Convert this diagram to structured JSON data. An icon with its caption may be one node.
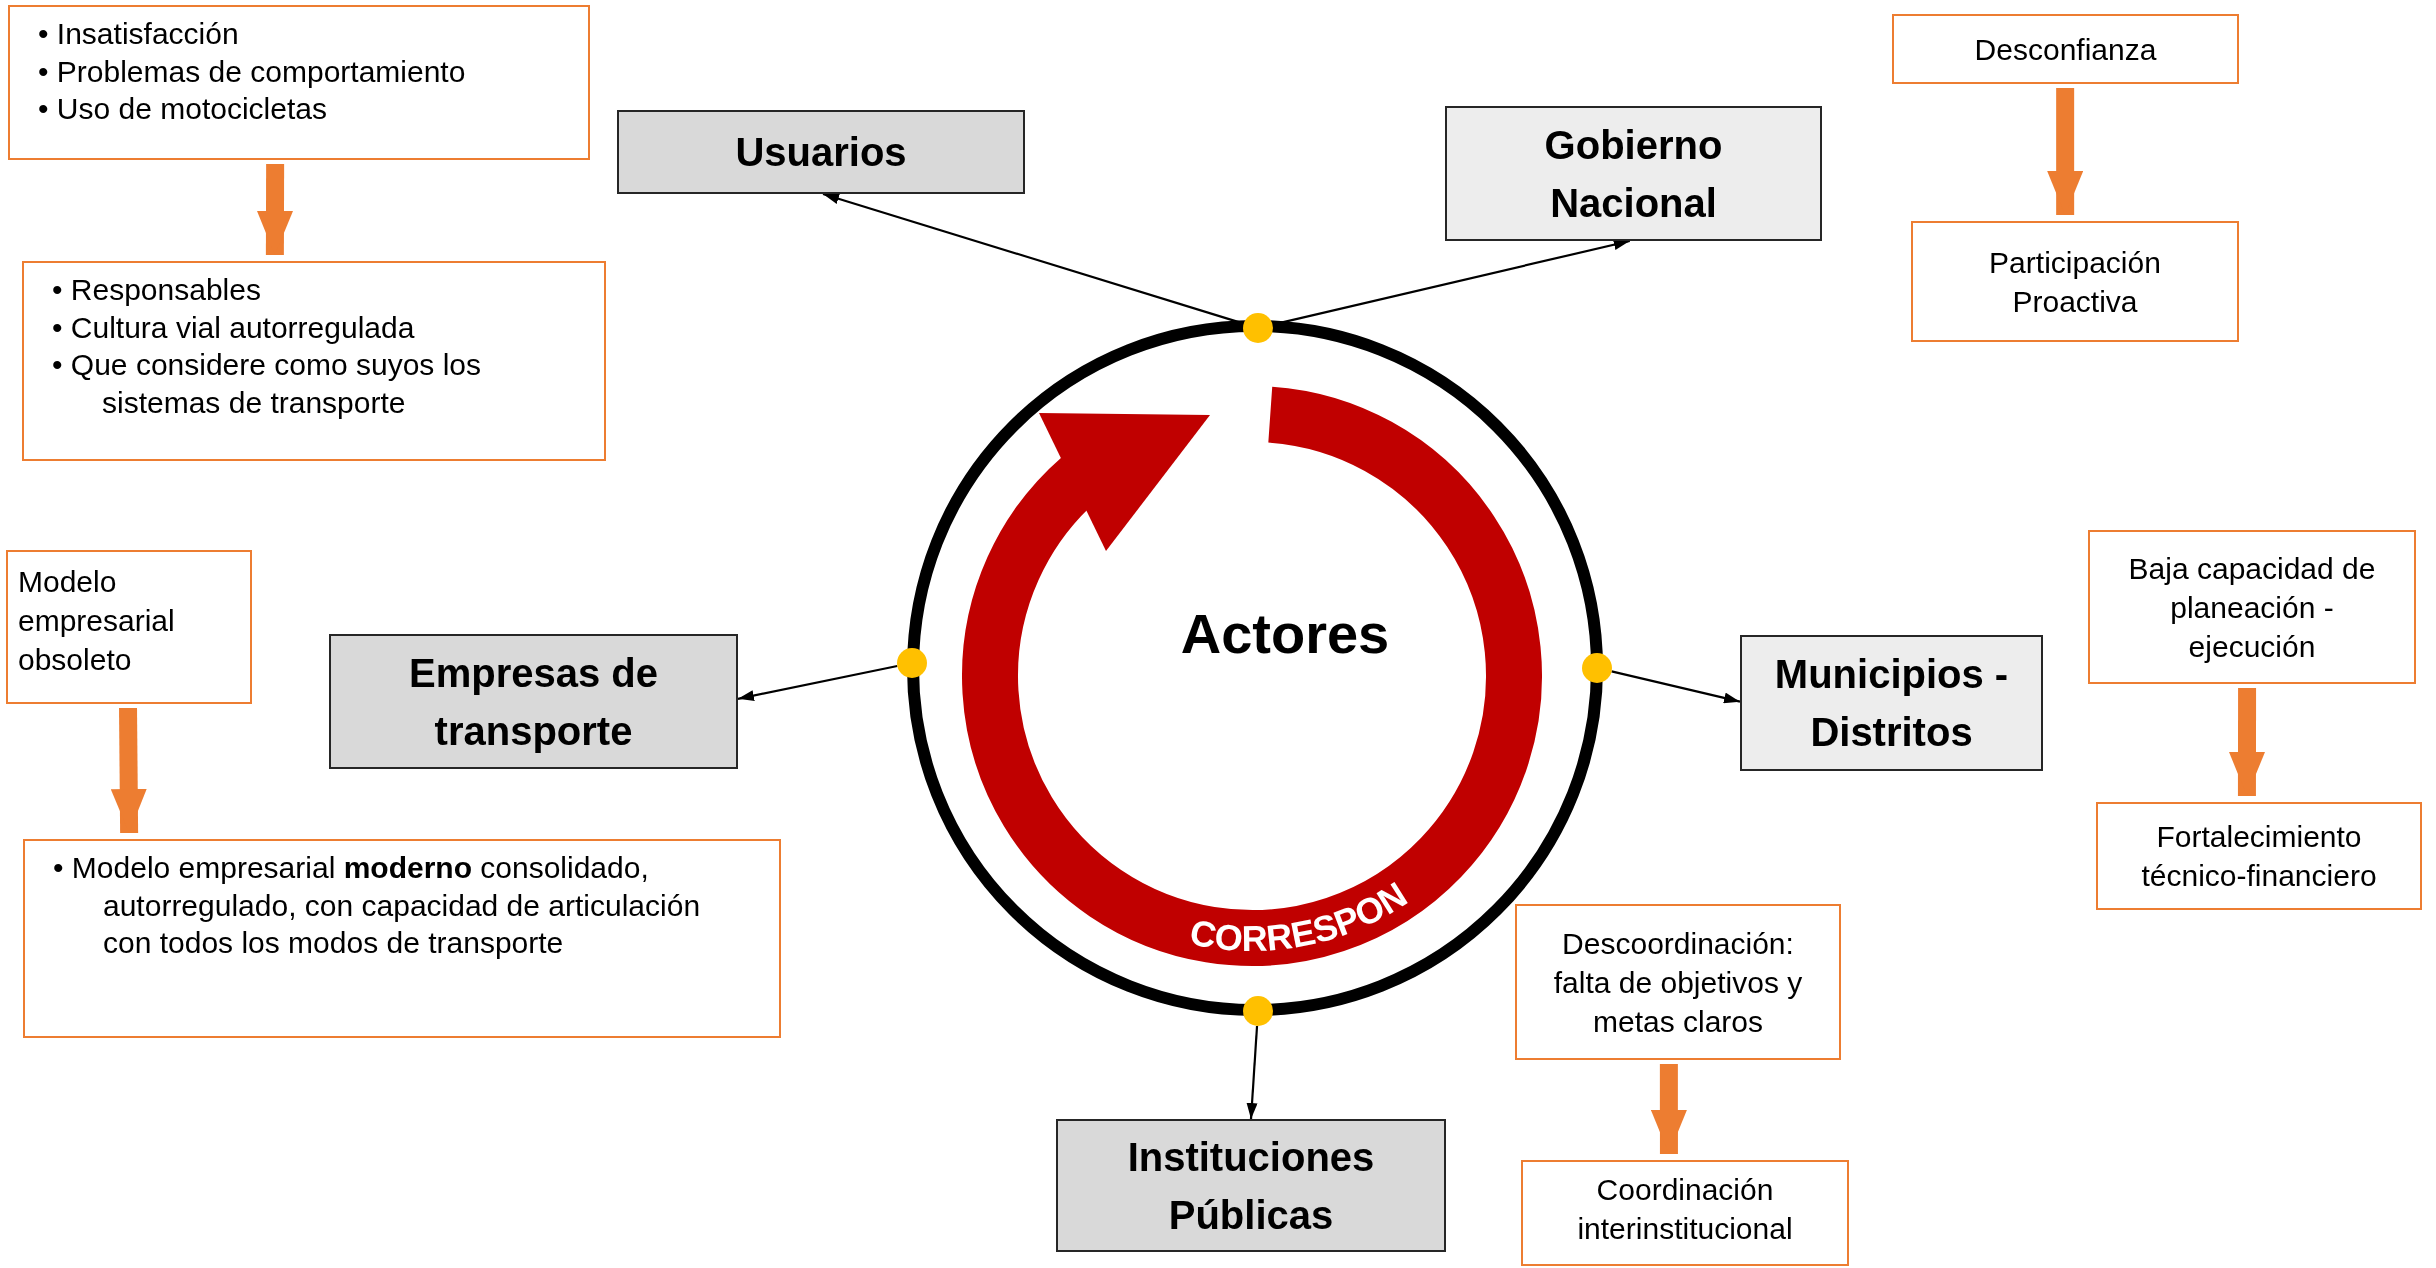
{
  "diagram": {
    "nodes": [
      {
        "text": [
          "• Insatisfacción",
          "• Problemas de comportamiento",
          "• Uso de motocicletas"
        ]
      },
      {
        "text": [
          "Desconfianza"
        ]
      },
      {
        "text": [
          "Usuarios"
        ]
      },
      {
        "text": [
          "Gobierno Nacional"
        ]
      },
      {
        "text": [
          "Participación Proactiva"
        ]
      },
      {
        "text": [
          "• Responsables",
          "• Cultura vial autorregulada",
          "• Que considere como suyos los sistemas de transporte"
        ]
      },
      {
        "text": [
          "Actores"
        ]
      },
      {
        "text": [],
        "shape": "circle"
      },
      {
        "text": [
          "Baja capacidad de planeación - ejecución"
        ]
      },
      {
        "text": [
          "Modelo empresarial obsoleto"
        ]
      },
      {
        "text": [
          "Empresas de transporte"
        ]
      },
      {
        "text": [],
        "shape": "circle"
      },
      {
        "text": [],
        "shape": "circle"
      },
      {
        "text": [
          "Municipios - Distritos"
        ]
      },
      {
        "text": [
          "Fortalecimiento técnico-financiero"
        ]
      },
      {
        "text": [
          "• Modelo empresarial **moderno** consolidado, autorregulado, con capacidad de articulación con todos los modos de transporte"
        ]
      },
      {
        "text": [
          "Descoordinación: falta de objetivos y metas claros"
        ]
      },
      {
        "text": [],
        "shape": "circle"
      },
      {
        "text": [
          "Instituciones Públicas"
        ]
      },
      {
        "text": [
          "Coordinación interinstitucional"
        ]
      }
    ],
    "edges": [
      {
        "from": 7,
        "to": 2,
        "arrow": "to"
      },
      {
        "from": 7,
        "to": 3,
        "arrow": "to"
      },
      {
        "from": 11,
        "to": 10,
        "arrow": "to"
      },
      {
        "from": 12,
        "to": 13,
        "arrow": "to"
      },
      {
        "from": 17,
        "to": 18,
        "arrow": "to"
      },
      {
        "from": 0,
        "to": 5,
        "arrow": "to",
        "style": "thick",
        "color": "#ed7d31"
      },
      {
        "from": 1,
        "to": 4,
        "arrow": "to",
        "style": "thick",
        "color": "#ed7d31"
      },
      {
        "from": 8,
        "to": 14,
        "arrow": "to",
        "style": "thick",
        "color": "#ed7d31"
      },
      {
        "from": 9,
        "to": 15,
        "arrow": "to",
        "style": "thick",
        "color": "#ed7d31"
      },
      {
        "from": 16,
        "to": 19,
        "arrow": "to",
        "style": "thick",
        "color": "#ed7d31"
      }
    ],
    "labels": [
      "CORRESPON"
    ]
  }
}
